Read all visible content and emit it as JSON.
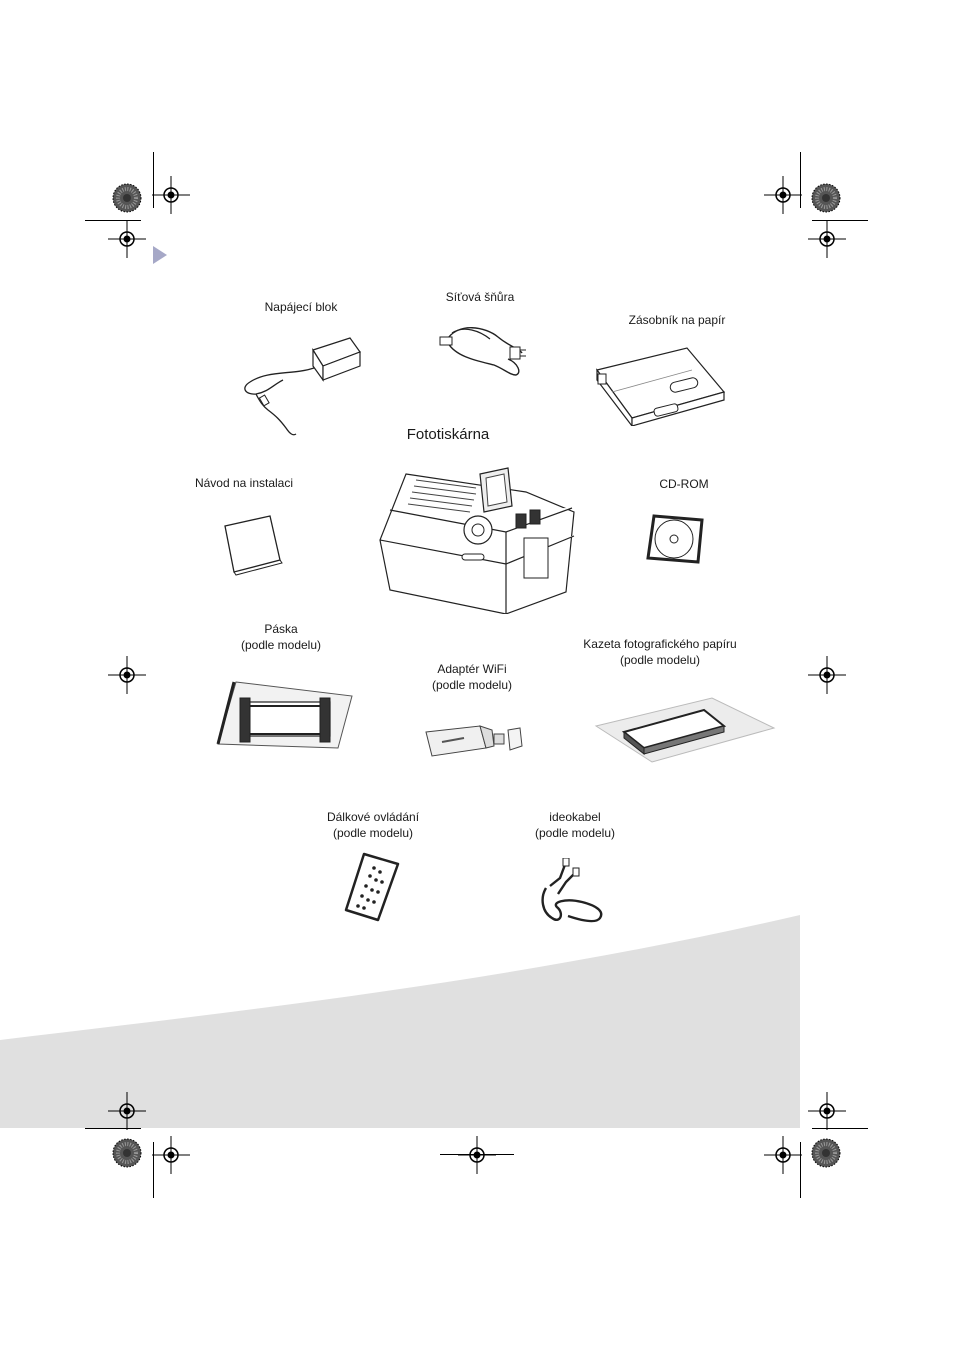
{
  "items": {
    "power_adapter": {
      "label": "Napájecí blok"
    },
    "power_cord": {
      "label": "Síťová šňůra"
    },
    "paper_tray": {
      "label": "Zásobník na papír"
    },
    "printer": {
      "label": "Fototiskárna"
    },
    "install_guide": {
      "label": "Návod na instalaci"
    },
    "cd_rom": {
      "label": "CD-ROM"
    },
    "ribbon": {
      "line1": "Páska",
      "line2": "(podle modelu)"
    },
    "wifi_adapter": {
      "line1": "Adaptér WiFi",
      "line2": "(podle modelu)"
    },
    "photo_paper": {
      "line1": "Kazeta fotografického papíru",
      "line2": "(podle modelu)"
    },
    "remote": {
      "line1": "Dálkové ovládání",
      "line2": "(podle modelu)"
    },
    "video_cable": {
      "line1": "ideokabel",
      "line2": "(podle modelu)"
    }
  },
  "colors": {
    "accent_arrow": "#a6a8c7",
    "footer_band": "#e0e0e0",
    "ink": "#1a1a1a"
  }
}
